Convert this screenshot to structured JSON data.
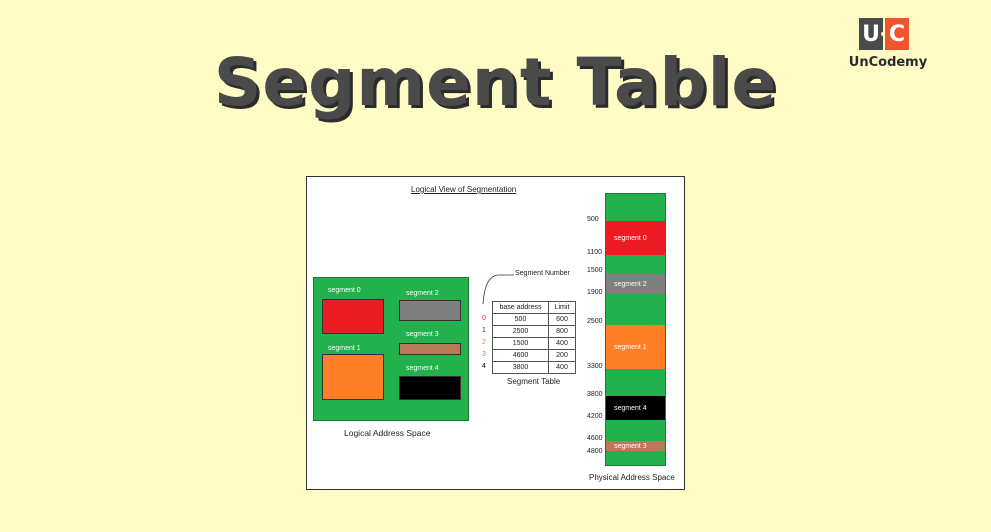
{
  "title": "Segment Table",
  "logo": {
    "left_letter": "U",
    "right_letter": "C",
    "name": "UnCodemy"
  },
  "figure": {
    "heading": "Logical View of Segmentation",
    "logical_caption": "Logical Address Space",
    "table_caption": "Segment Table",
    "segment_number_label": "Segment Number",
    "physical_caption": "Physical Address Space",
    "logical_segments": [
      {
        "label": "segment 0",
        "color": "#ed1c24"
      },
      {
        "label": "segment 1",
        "color": "#ff7f27"
      },
      {
        "label": "segment 2",
        "color": "#7f7f7f"
      },
      {
        "label": "segment 3",
        "color": "#b97a57"
      },
      {
        "label": "segment 4",
        "color": "#000000"
      }
    ],
    "table": {
      "headers": [
        "base address",
        "Limit"
      ],
      "rows": [
        {
          "index": "0",
          "base": "500",
          "limit": "600",
          "index_color": "#ed1c24"
        },
        {
          "index": "1",
          "base": "2500",
          "limit": "800",
          "index_color": "#333333"
        },
        {
          "index": "2",
          "base": "1500",
          "limit": "400",
          "index_color": "#ff7f27"
        },
        {
          "index": "3",
          "base": "4600",
          "limit": "200",
          "index_color": "#b97a57"
        },
        {
          "index": "4",
          "base": "3800",
          "limit": "400",
          "index_color": "#000000"
        }
      ]
    },
    "physical_addresses": [
      "500",
      "1100",
      "1500",
      "1900",
      "2500",
      "3300",
      "3800",
      "4200",
      "4600",
      "4800"
    ],
    "physical_segments": [
      {
        "label": "segment 0",
        "color": "#ed1c24"
      },
      {
        "label": "segment 2",
        "color": "#7f7f7f"
      },
      {
        "label": "segment 1",
        "color": "#ff7f27"
      },
      {
        "label": "segment 4",
        "color": "#000000"
      },
      {
        "label": "segment 3",
        "color": "#b97a57"
      }
    ],
    "background_color": "#22b14c"
  }
}
